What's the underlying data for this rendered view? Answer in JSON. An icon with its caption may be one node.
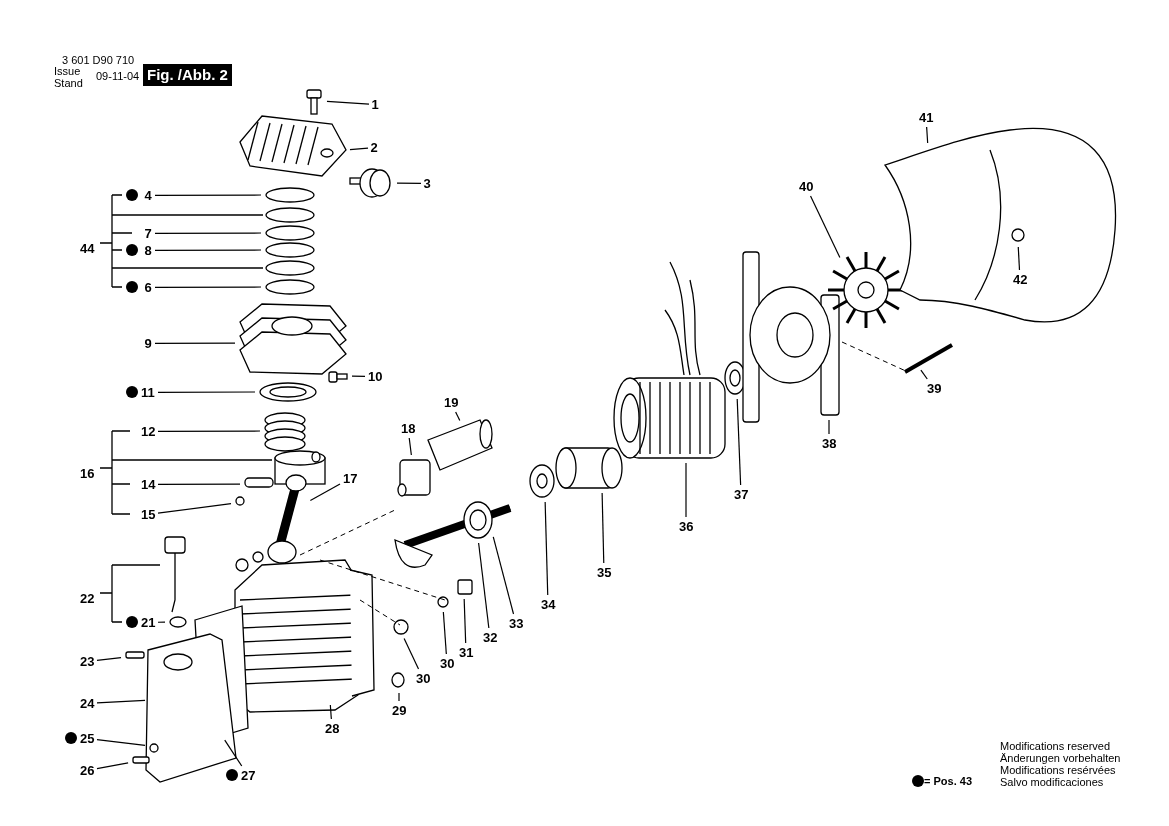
{
  "diagram": {
    "nodes": [
      {
        "text": [
          "1"
        ]
      },
      {
        "text": [
          "2"
        ]
      },
      {
        "text": [
          "3"
        ]
      },
      {
        "text": [
          "4"
        ]
      },
      {
        "text": [
          "7"
        ]
      },
      {
        "text": [
          "8"
        ]
      },
      {
        "text": [
          "6"
        ]
      },
      {
        "text": [
          "9"
        ]
      },
      {
        "text": [
          "10"
        ]
      },
      {
        "text": [
          "11"
        ]
      },
      {
        "text": [
          "12"
        ]
      },
      {
        "text": [
          "14"
        ]
      },
      {
        "text": [
          "15"
        ]
      },
      {
        "text": [
          "17"
        ]
      },
      {
        "text": [
          "18"
        ]
      },
      {
        "text": [
          "19"
        ]
      },
      {
        "text": [
          "21"
        ]
      },
      {
        "text": [
          "23"
        ]
      },
      {
        "text": [
          "24"
        ]
      },
      {
        "text": [
          "25"
        ]
      },
      {
        "text": [
          "26"
        ]
      },
      {
        "text": [
          "27"
        ]
      },
      {
        "text": [
          "28"
        ]
      },
      {
        "text": [
          "29"
        ]
      },
      {
        "text": [
          "30"
        ]
      },
      {
        "text": [
          "30"
        ]
      },
      {
        "text": [
          "31"
        ]
      },
      {
        "text": [
          "32"
        ]
      },
      {
        "text": [
          "33"
        ]
      },
      {
        "text": [
          "34"
        ]
      },
      {
        "text": [
          "35"
        ]
      },
      {
        "text": [
          "36"
        ]
      },
      {
        "text": [
          "37"
        ]
      },
      {
        "text": [
          "38"
        ]
      },
      {
        "text": [
          "39"
        ]
      },
      {
        "text": [
          "40"
        ]
      },
      {
        "text": [
          "41"
        ]
      },
      {
        "text": [
          "42"
        ]
      }
    ],
    "edges": [
      {
        "from": 0,
        "to": null,
        "arrow": "none"
      },
      {
        "from": 1,
        "to": null,
        "arrow": "none"
      },
      {
        "from": 2,
        "to": null,
        "arrow": "none"
      },
      {
        "from": 3,
        "to": null,
        "arrow": "none"
      },
      {
        "from": 4,
        "to": null,
        "arrow": "none"
      },
      {
        "from": 5,
        "to": null,
        "arrow": "none"
      },
      {
        "from": 6,
        "to": null,
        "arrow": "none"
      },
      {
        "from": 7,
        "to": null,
        "arrow": "none"
      },
      {
        "from": 8,
        "to": null,
        "arrow": "none"
      },
      {
        "from": 9,
        "to": null,
        "arrow": "none"
      },
      {
        "from": 10,
        "to": null,
        "arrow": "none"
      },
      {
        "from": 11,
        "to": null,
        "arrow": "none"
      },
      {
        "from": 12,
        "to": null,
        "arrow": "none"
      },
      {
        "from": 13,
        "to": null,
        "arrow": "none"
      },
      {
        "from": 14,
        "to": null,
        "arrow": "none"
      },
      {
        "from": 15,
        "to": null,
        "arrow": "none"
      },
      {
        "from": 16,
        "to": null,
        "arrow": "none"
      },
      {
        "from": 17,
        "to": null,
        "arrow": "none"
      },
      {
        "from": 18,
        "to": null,
        "arrow": "none"
      },
      {
        "from": 19,
        "to": null,
        "arrow": "none"
      },
      {
        "from": 20,
        "to": null,
        "arrow": "none"
      },
      {
        "from": 21,
        "to": null,
        "arrow": "none"
      },
      {
        "from": 22,
        "to": null,
        "arrow": "none"
      },
      {
        "from": 23,
        "to": null,
        "arrow": "none"
      },
      {
        "from": 24,
        "to": null,
        "arrow": "none"
      },
      {
        "from": 25,
        "to": null,
        "arrow": "none"
      },
      {
        "from": 26,
        "to": null,
        "arrow": "none"
      },
      {
        "from": 27,
        "to": null,
        "arrow": "none"
      },
      {
        "from": 28,
        "to": null,
        "arrow": "none"
      },
      {
        "from": 29,
        "to": null,
        "arrow": "none"
      },
      {
        "from": 30,
        "to": null,
        "arrow": "none"
      },
      {
        "from": 31,
        "to": null,
        "arrow": "none"
      },
      {
        "from": 32,
        "to": null,
        "arrow": "none"
      },
      {
        "from": 33,
        "to": null,
        "arrow": "none"
      },
      {
        "from": 34,
        "to": null,
        "arrow": "none"
      },
      {
        "from": 35,
        "to": null,
        "arrow": "none"
      },
      {
        "from": 36,
        "to": null,
        "arrow": "none"
      },
      {
        "from": 37,
        "to": null,
        "arrow": "none"
      }
    ],
    "labels": [
      "3 601 D90 710",
      "Issue",
      "Stand",
      "09-11-04",
      "Fig. /Abb. 2",
      "44",
      "16",
      "22",
      "Modifications reserved",
      "Änderungen vorbehalten",
      "Modifications resérvées",
      "Salvo modificaciones"
    ],
    "legend": [
      {
        "text": "= Pos. 43"
      }
    ]
  }
}
